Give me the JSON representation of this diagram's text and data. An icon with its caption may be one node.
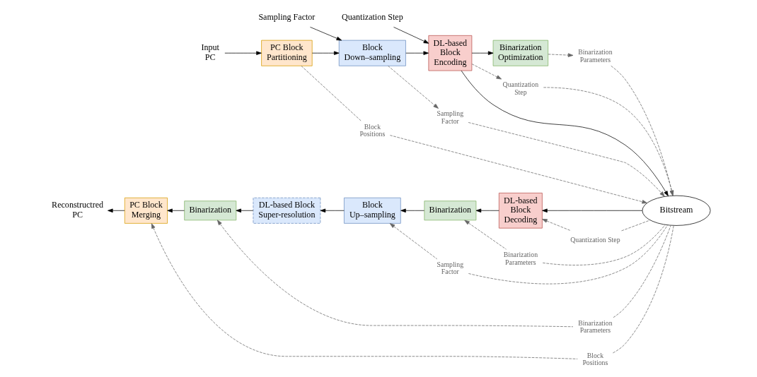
{
  "diagram": {
    "nodes": [
      {
        "text": [
          "Input PC"
        ]
      },
      {
        "text": [
          "PC Block Partitioning"
        ]
      },
      {
        "text": [
          "Block Down–sampling"
        ]
      },
      {
        "text": [
          "DL-based Block Encoding"
        ]
      },
      {
        "text": [
          "Binarization Optimization"
        ]
      },
      {
        "text": [
          "Sampling Factor"
        ]
      },
      {
        "text": [
          "Quantization Step"
        ]
      },
      {
        "text": [
          "Block Positions"
        ]
      },
      {
        "text": [
          "Sampling Factor"
        ]
      },
      {
        "text": [
          "Quantization Step"
        ]
      },
      {
        "text": [
          "Binarization Parameters"
        ]
      },
      {
        "text": [
          "Bitstream"
        ]
      },
      {
        "text": [
          "Reconstructred PC"
        ]
      },
      {
        "text": [
          "PC Block Merging"
        ]
      },
      {
        "text": [
          "Binarization"
        ]
      },
      {
        "text": [
          "DL-based Block Super-resolution"
        ]
      },
      {
        "text": [
          "Block Up–sampling"
        ]
      },
      {
        "text": [
          "Binarization"
        ]
      },
      {
        "text": [
          "DL-based Block Decoding"
        ]
      },
      {
        "text": [
          "Block Positions"
        ]
      },
      {
        "text": [
          "Binarization Parameters"
        ]
      },
      {
        "text": [
          "Sampling Factor"
        ]
      },
      {
        "text": [
          "Binarization Parameters"
        ]
      },
      {
        "text": [
          "Quantization Step"
        ]
      }
    ],
    "edges": [
      {
        "from": 0,
        "to": 1,
        "arrow": "to",
        "color": "#000000"
      },
      {
        "from": 1,
        "to": 2,
        "arrow": "to",
        "color": "#000000"
      },
      {
        "from": 2,
        "to": 3,
        "arrow": "to",
        "color": "#000000"
      },
      {
        "from": 3,
        "to": 4,
        "arrow": "to",
        "color": "#000000"
      },
      {
        "from": 3,
        "to": 11,
        "arrow": "to",
        "color": "#000000"
      },
      {
        "from": 5,
        "to": 2,
        "arrow": "to",
        "color": "#000000"
      },
      {
        "from": 6,
        "to": 3,
        "arrow": "to",
        "color": "#000000"
      },
      {
        "from": 1,
        "to": 7,
        "arrow": "none",
        "style": "dashed",
        "color": "#666666"
      },
      {
        "from": 2,
        "to": 8,
        "arrow": "to",
        "style": "dashed",
        "color": "#666666"
      },
      {
        "from": 3,
        "to": 9,
        "arrow": "to",
        "style": "dashed",
        "color": "#666666"
      },
      {
        "from": 4,
        "to": 10,
        "arrow": "to",
        "style": "dashed",
        "color": "#666666"
      },
      {
        "from": 7,
        "to": 11,
        "arrow": "to",
        "style": "dashed",
        "color": "#666666"
      },
      {
        "from": 8,
        "to": 11,
        "arrow": "to",
        "style": "dashed",
        "color": "#666666"
      },
      {
        "from": 9,
        "to": 11,
        "arrow": "to",
        "style": "dashed",
        "color": "#666666"
      },
      {
        "from": 10,
        "to": 11,
        "arrow": "to",
        "style": "dashed",
        "color": "#666666"
      },
      {
        "from": 11,
        "to": 18,
        "arrow": "to",
        "color": "#000000"
      },
      {
        "from": 18,
        "to": 17,
        "arrow": "to",
        "color": "#000000"
      },
      {
        "from": 17,
        "to": 16,
        "arrow": "to",
        "color": "#000000"
      },
      {
        "from": 16,
        "to": 15,
        "arrow": "to",
        "color": "#000000"
      },
      {
        "from": 15,
        "to": 14,
        "arrow": "to",
        "color": "#000000"
      },
      {
        "from": 14,
        "to": 13,
        "arrow": "to",
        "color": "#000000"
      },
      {
        "from": 13,
        "to": 12,
        "arrow": "to",
        "color": "#000000"
      },
      {
        "from": 11,
        "to": 19,
        "arrow": "none",
        "style": "dashed",
        "color": "#666666"
      },
      {
        "from": 19,
        "to": 13,
        "arrow": "to",
        "style": "dashed",
        "color": "#666666"
      },
      {
        "from": 11,
        "to": 20,
        "arrow": "none",
        "style": "dashed",
        "color": "#666666"
      },
      {
        "from": 20,
        "to": 14,
        "arrow": "to",
        "style": "dashed",
        "color": "#666666"
      },
      {
        "from": 11,
        "to": 21,
        "arrow": "none",
        "style": "dashed",
        "color": "#666666"
      },
      {
        "from": 21,
        "to": 16,
        "arrow": "to",
        "style": "dashed",
        "color": "#666666"
      },
      {
        "from": 11,
        "to": 22,
        "arrow": "none",
        "style": "dashed",
        "color": "#666666"
      },
      {
        "from": 22,
        "to": 17,
        "arrow": "to",
        "style": "dashed",
        "color": "#666666"
      },
      {
        "from": 11,
        "to": 23,
        "arrow": "none",
        "style": "dashed",
        "color": "#666666"
      },
      {
        "from": 23,
        "to": 18,
        "arrow": "to",
        "style": "dashed",
        "color": "#666666"
      }
    ]
  }
}
